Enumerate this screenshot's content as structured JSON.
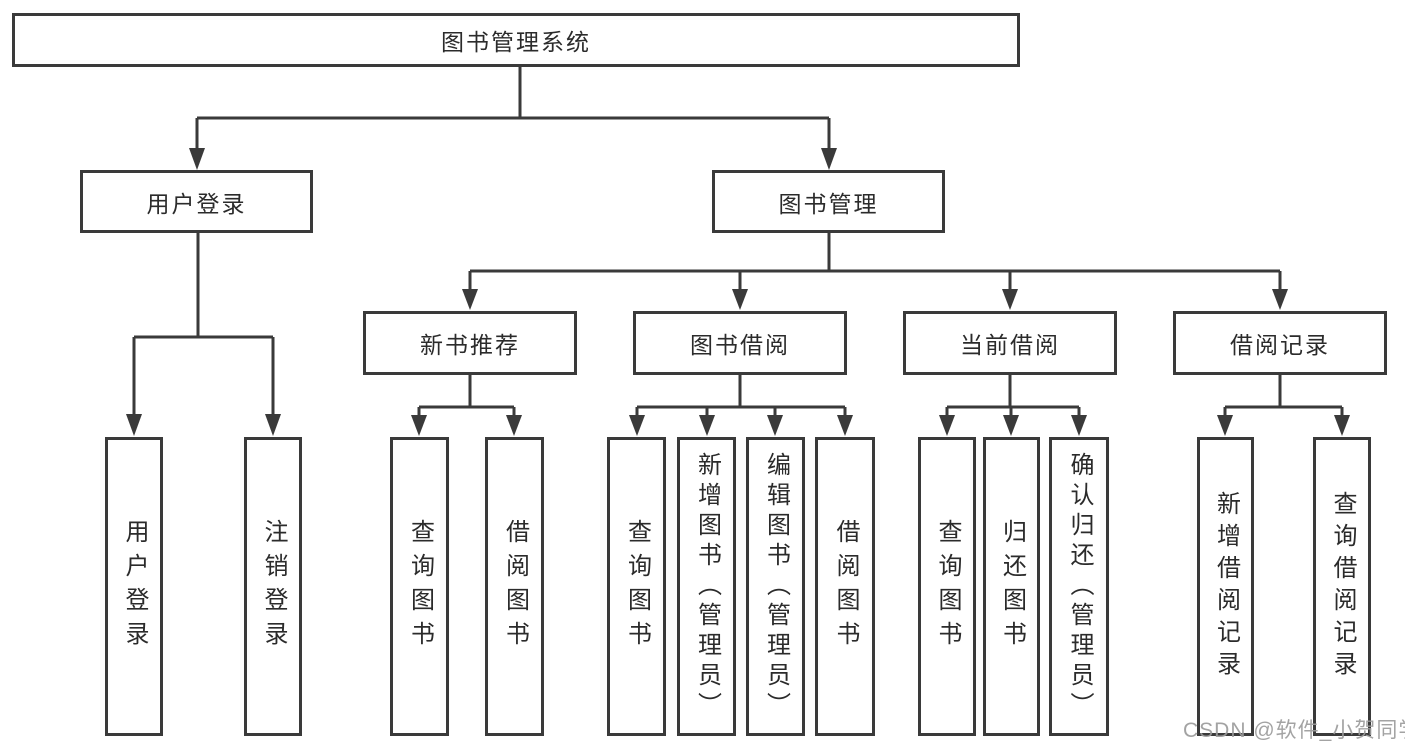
{
  "tree": {
    "label": "图书管理系统",
    "children": [
      {
        "label": "用户登录",
        "children": [
          {
            "label": "用户登录"
          },
          {
            "label": "注销登录"
          }
        ]
      },
      {
        "label": "图书管理",
        "children": [
          {
            "label": "新书推荐",
            "children": [
              {
                "label": "查询图书"
              },
              {
                "label": "借阅图书"
              }
            ]
          },
          {
            "label": "图书借阅",
            "children": [
              {
                "label": "查询图书"
              },
              {
                "label": "新增图书（管理员）"
              },
              {
                "label": "编辑图书（管理员）"
              },
              {
                "label": "借阅图书"
              }
            ]
          },
          {
            "label": "当前借阅",
            "children": [
              {
                "label": "查询图书"
              },
              {
                "label": "归还图书"
              },
              {
                "label": "确认归还（管理员）"
              }
            ]
          },
          {
            "label": "借阅记录",
            "children": [
              {
                "label": "新增借阅记录"
              },
              {
                "label": "查询借阅记录"
              }
            ]
          }
        ]
      }
    ]
  },
  "watermark": {
    "text": "CSDN @软件_小贺同学"
  },
  "colors": {
    "line": "#3a3a3a",
    "box_border": "#3a3a3a",
    "text": "#2b2b2b",
    "watermark": "#9b9b9b",
    "background": "#ffffff"
  }
}
